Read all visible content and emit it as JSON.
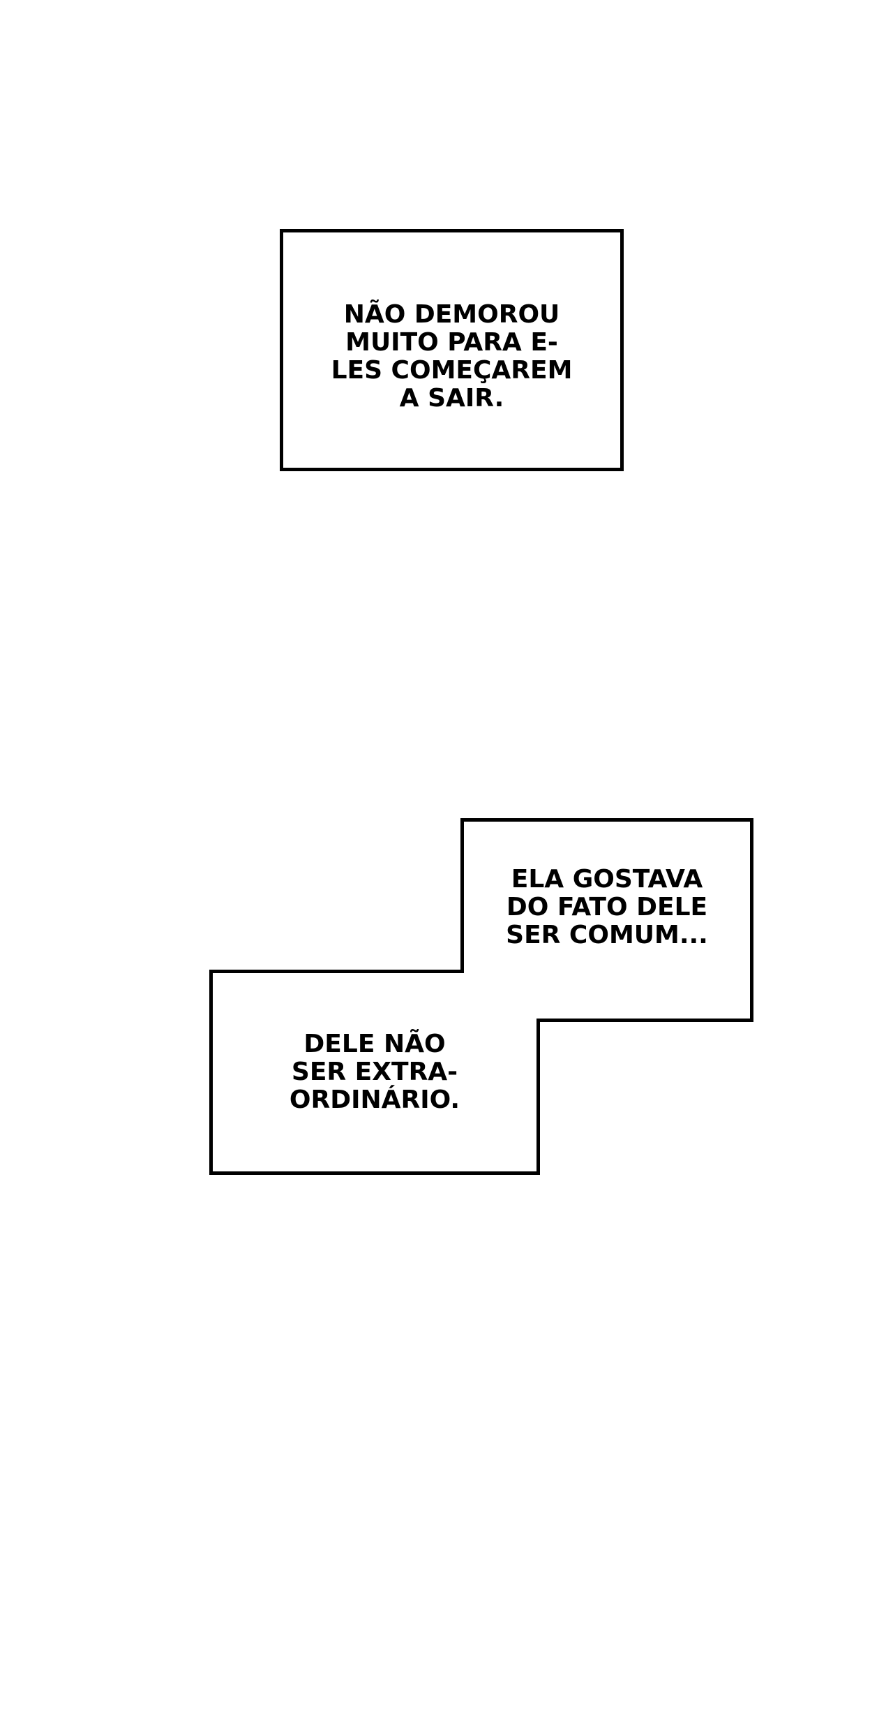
{
  "page": {
    "background_color": "#ffffff",
    "ink_color": "#000000",
    "kind": "comic-page"
  },
  "boxes": [
    {
      "id": "narration-1",
      "lines": [
        "NÃO DEMOROU",
        "MUITO PARA E-",
        "LES COMEÇAREM",
        "A SAIR."
      ]
    },
    {
      "id": "narration-2",
      "lines": [
        "ELA GOSTAVA",
        "DO FATO DELE",
        "SER COMUM..."
      ]
    },
    {
      "id": "narration-3",
      "lines": [
        "DELE NÃO",
        "SER EXTRA-",
        "ORDINÁRIO."
      ]
    }
  ]
}
